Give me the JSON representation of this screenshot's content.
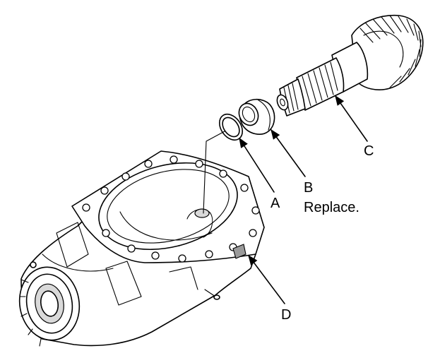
{
  "diagram": {
    "callouts": [
      {
        "id": "A",
        "label": "A",
        "note": ""
      },
      {
        "id": "B",
        "label": "B",
        "note": "Replace."
      },
      {
        "id": "C",
        "label": "C",
        "note": ""
      },
      {
        "id": "D",
        "label": "D",
        "note": ""
      }
    ]
  }
}
